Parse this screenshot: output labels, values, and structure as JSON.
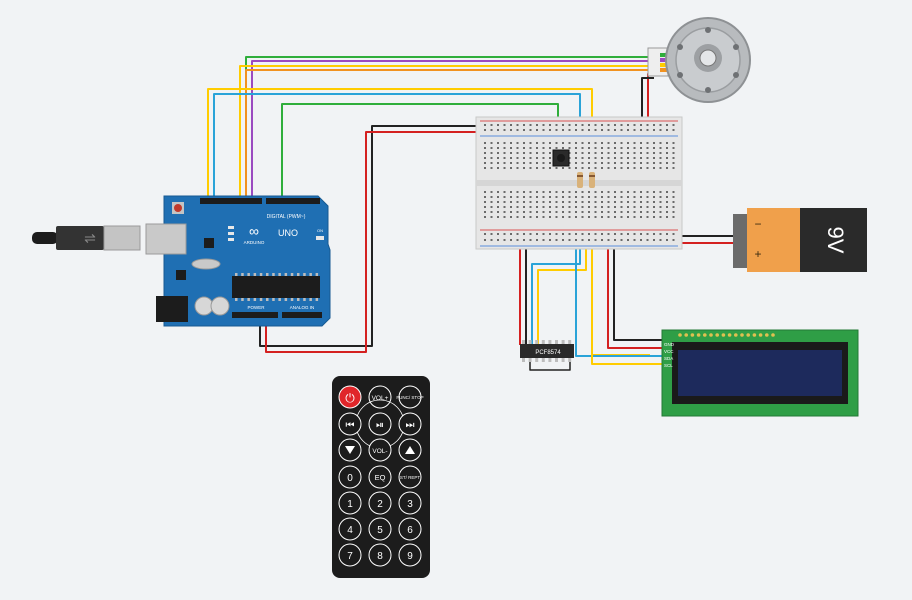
{
  "arduino": {
    "model": "UNO",
    "brand": "ARDUINO",
    "digital_label": "DIGITAL (PWM~)",
    "analog_label": "ANALOG IN",
    "power_label": "POWER",
    "on_label": "ON"
  },
  "battery": {
    "voltage": "9V",
    "minus": "−",
    "plus": "+"
  },
  "ic": {
    "label": "PCF8574"
  },
  "lcd": {
    "pins": [
      "GND",
      "VCC",
      "SDA",
      "SCL"
    ]
  },
  "remote": {
    "buttons": {
      "vol_plus": "VOL+",
      "func_stop": "FUNC/ STOP",
      "vol_minus": "VOL-",
      "zero": "0",
      "eq": "EQ",
      "st_rept": "ST/ REPT",
      "one": "1",
      "two": "2",
      "three": "3",
      "four": "4",
      "five": "5",
      "six": "6",
      "seven": "7",
      "eight": "8",
      "nine": "9"
    }
  },
  "colors": {
    "background": "#f1f3f5",
    "arduino_board": "#1f6fb3",
    "wire_red": "#d42020",
    "wire_black": "#222222",
    "wire_green": "#2fae3b",
    "wire_yellow": "#ffcc00",
    "wire_orange": "#f19220",
    "wire_blue": "#2aa3d8",
    "wire_purple": "#9b4ac0",
    "lcd_board": "#2f9e46",
    "lcd_screen": "#1d2a5c",
    "battery_orange": "#f0a04b",
    "remote_power": "#e0262a"
  }
}
